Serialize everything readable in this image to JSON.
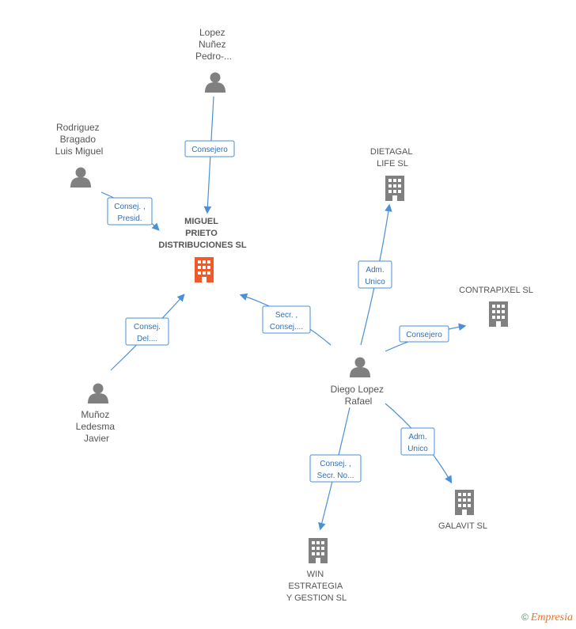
{
  "nodes": {
    "main": {
      "lines": [
        "MIGUEL",
        "PRIETO",
        "DISTRIBUCIONES SL"
      ]
    },
    "lopez_nunez": {
      "lines": [
        "Lopez",
        "Nuñez",
        "Pedro-..."
      ]
    },
    "rodriguez": {
      "lines": [
        "Rodriguez",
        "Bragado",
        "Luis Miguel"
      ]
    },
    "munoz": {
      "lines": [
        "Muñoz",
        "Ledesma",
        "Javier"
      ]
    },
    "diego": {
      "lines": [
        "Diego Lopez",
        "Rafael"
      ]
    },
    "dietagal": {
      "lines": [
        "DIETAGAL",
        "LIFE SL"
      ]
    },
    "contrapixel": {
      "lines": [
        "CONTRAPIXEL SL"
      ]
    },
    "galavit": {
      "lines": [
        "GALAVIT SL"
      ]
    },
    "win": {
      "lines": [
        "WIN",
        "ESTRATEGIA",
        "Y GESTION SL"
      ]
    }
  },
  "edges": {
    "e1": {
      "lines": [
        "Consejero"
      ]
    },
    "e2": {
      "lines": [
        "Consej. ,",
        "Presid."
      ]
    },
    "e3": {
      "lines": [
        "Consej.",
        "Del...."
      ]
    },
    "e4": {
      "lines": [
        "Secr. ,",
        "Consej...."
      ]
    },
    "e5": {
      "lines": [
        "Adm.",
        "Unico"
      ]
    },
    "e6": {
      "lines": [
        "Consejero"
      ]
    },
    "e7": {
      "lines": [
        "Adm.",
        "Unico"
      ]
    },
    "e8": {
      "lines": [
        "Consej. ,",
        "Secr. No..."
      ]
    }
  },
  "colors": {
    "main_company": "#f05a28",
    "company": "#808080",
    "person": "#808080",
    "edge": "#4a90d9"
  },
  "footer": {
    "copyright": "©",
    "brand": "Empresia"
  }
}
